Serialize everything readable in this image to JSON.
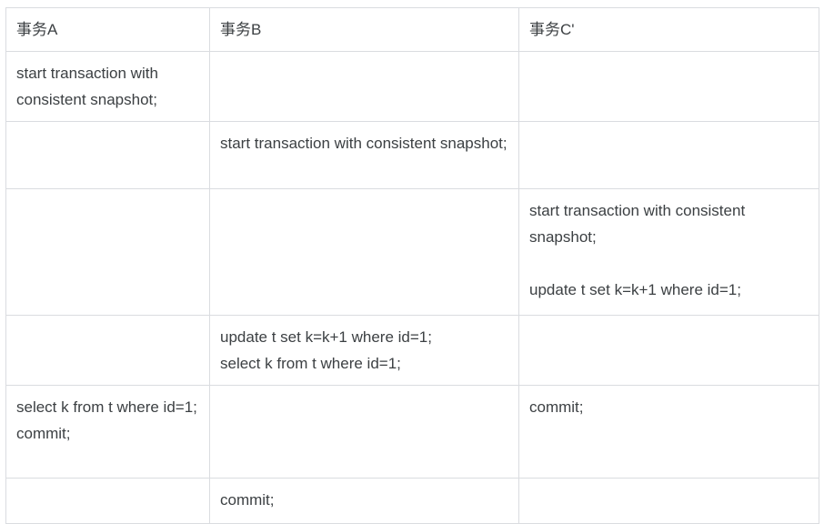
{
  "table": {
    "headers": [
      {
        "label": "事务A"
      },
      {
        "label": "事务B"
      },
      {
        "label": "事务C'"
      }
    ],
    "rows": [
      {
        "cells": [
          "start transaction with consistent snapshot;",
          "",
          ""
        ]
      },
      {
        "cells": [
          "",
          "start transaction with consistent snapshot;",
          ""
        ]
      },
      {
        "cells": [
          "",
          "",
          "start transaction with consistent snapshot;\n\nupdate t set k=k+1 where id=1;"
        ]
      },
      {
        "cells": [
          "",
          "update t set k=k+1 where id=1;\nselect k from t where id=1;",
          ""
        ]
      },
      {
        "cells": [
          "select k from t where id=1;\ncommit;",
          "",
          "commit;"
        ]
      },
      {
        "cells": [
          "",
          "commit;",
          ""
        ]
      }
    ]
  },
  "style": {
    "border_color": "#dadce0",
    "text_color": "#3c4043",
    "background_color": "#ffffff"
  }
}
